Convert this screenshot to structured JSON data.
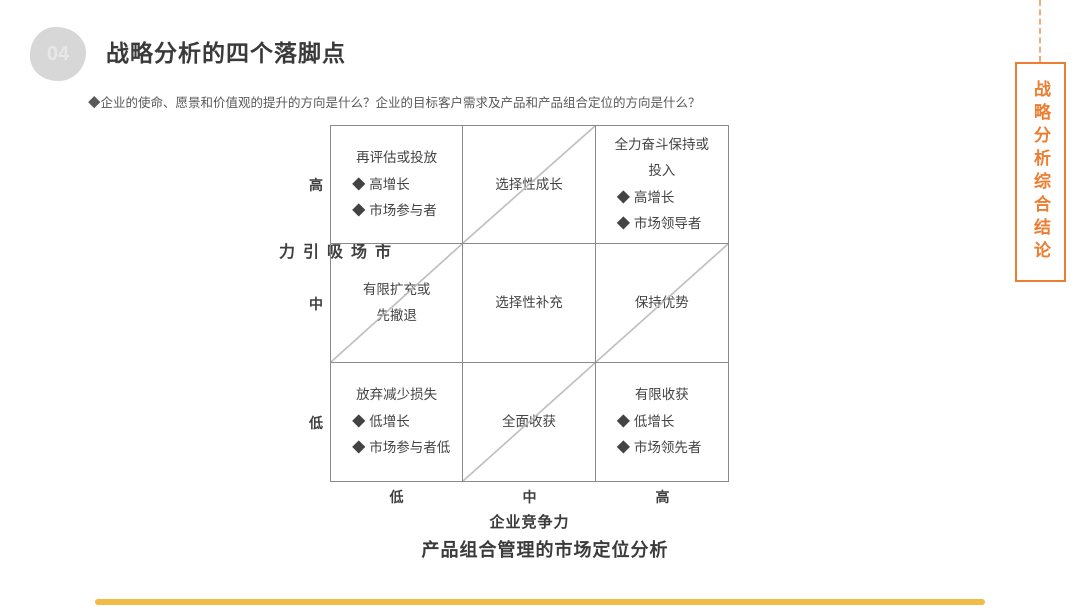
{
  "header": {
    "page_number": "04",
    "title": "战略分析的四个落脚点",
    "bullet": "◆企业的使命、愿景和价值观的提升的方向是什么？企业的目标客户需求及产品和产品组合定位的方向是什么？"
  },
  "matrix": {
    "y_axis": {
      "label": "市场吸引力",
      "ticks": [
        "高",
        "中",
        "低"
      ]
    },
    "x_axis": {
      "label": "企业竞争力",
      "ticks": [
        "低",
        "中",
        "高"
      ]
    },
    "cells": [
      {
        "row": "高",
        "col": "低",
        "title": "再评估或投放",
        "bullets": [
          "◆ 高增长",
          "◆ 市场参与者"
        ],
        "diagonal": false
      },
      {
        "row": "高",
        "col": "中",
        "title": "选择性成长",
        "bullets": [],
        "diagonal": true
      },
      {
        "row": "高",
        "col": "高",
        "title": "全力奋斗保持或\n投入",
        "bullets": [
          "◆ 高增长",
          "◆ 市场领导者"
        ],
        "diagonal": false
      },
      {
        "row": "中",
        "col": "低",
        "title": "有限扩充或\n先撤退",
        "bullets": [],
        "diagonal": true
      },
      {
        "row": "中",
        "col": "中",
        "title": "选择性补充",
        "bullets": [],
        "diagonal": false
      },
      {
        "row": "中",
        "col": "高",
        "title": "保持优势",
        "bullets": [],
        "diagonal": true
      },
      {
        "row": "低",
        "col": "低",
        "title": "放弃减少损失",
        "bullets": [
          "◆ 低增长",
          "◆ 市场参与者低"
        ],
        "diagonal": false
      },
      {
        "row": "低",
        "col": "中",
        "title": "全面收获",
        "bullets": [],
        "diagonal": true
      },
      {
        "row": "低",
        "col": "高",
        "title": "有限收获",
        "bullets": [
          "◆ 低增长",
          "◆ 市场领先者"
        ],
        "diagonal": false
      }
    ],
    "caption": "产品组合管理的市场定位分析"
  },
  "sidebar": {
    "vertical_title": "战略分析综合结论",
    "accent_color": "#ed7d31"
  },
  "footer": {
    "bar_color": "#f2bc47"
  }
}
